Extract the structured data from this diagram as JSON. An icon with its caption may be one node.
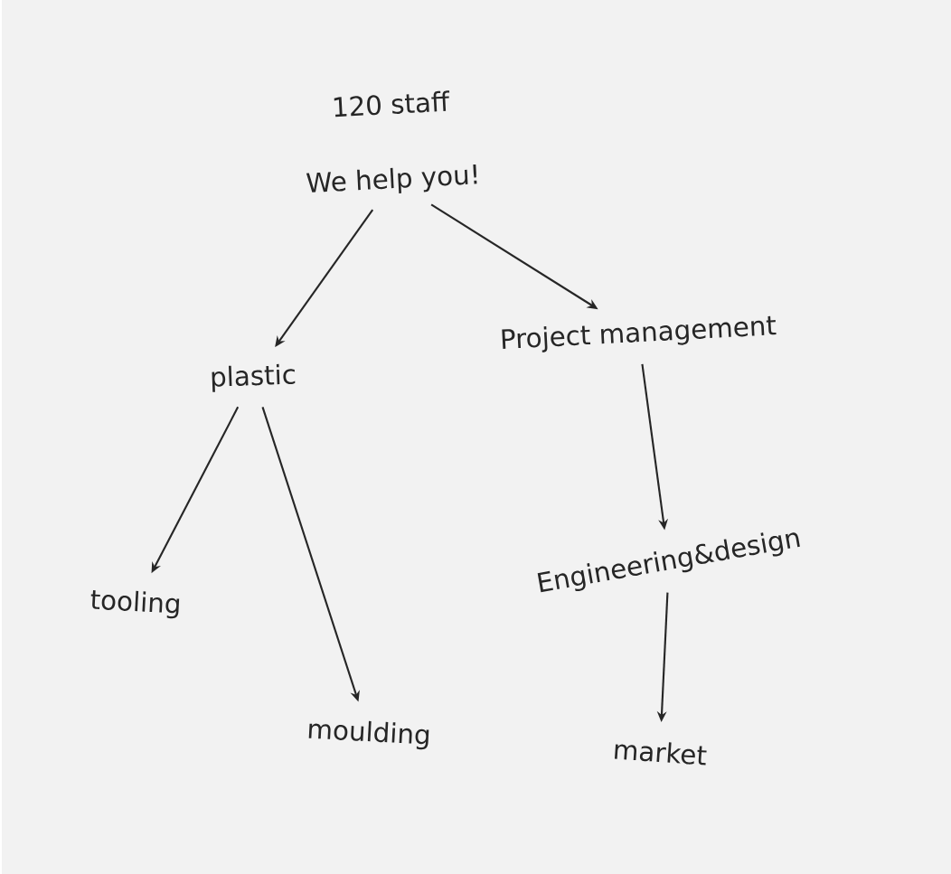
{
  "diagram": {
    "nodes": [
      {
        "text": [
          "We help you!"
        ]
      },
      {
        "text": [
          "plastic"
        ]
      },
      {
        "text": [
          "Project management"
        ]
      },
      {
        "text": [
          "tooling"
        ]
      },
      {
        "text": [
          "moulding"
        ]
      },
      {
        "text": [
          "Engineering&design"
        ]
      },
      {
        "text": [
          "market"
        ]
      }
    ],
    "edges": [
      {
        "from": 0,
        "to": 1,
        "arrow": "to"
      },
      {
        "from": 0,
        "to": 2,
        "arrow": "to"
      },
      {
        "from": 1,
        "to": 3,
        "arrow": "to"
      },
      {
        "from": 1,
        "to": 4,
        "arrow": "to"
      },
      {
        "from": 2,
        "to": 5,
        "arrow": "to"
      },
      {
        "from": 5,
        "to": 6,
        "arrow": "to"
      }
    ],
    "labels": [
      "120 staff"
    ]
  }
}
